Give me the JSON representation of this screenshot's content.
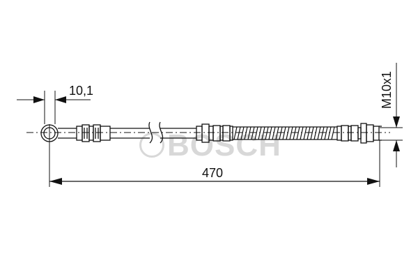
{
  "drawing": {
    "type": "brake-hose-technical-drawing",
    "watermark": {
      "text": "BOSCH",
      "color": "#d8d8d8"
    },
    "dimensions": {
      "eye_width": "10,1",
      "overall_length": "470",
      "thread": "M10x1"
    },
    "colors": {
      "line": "#111111",
      "background": "#ffffff"
    }
  }
}
